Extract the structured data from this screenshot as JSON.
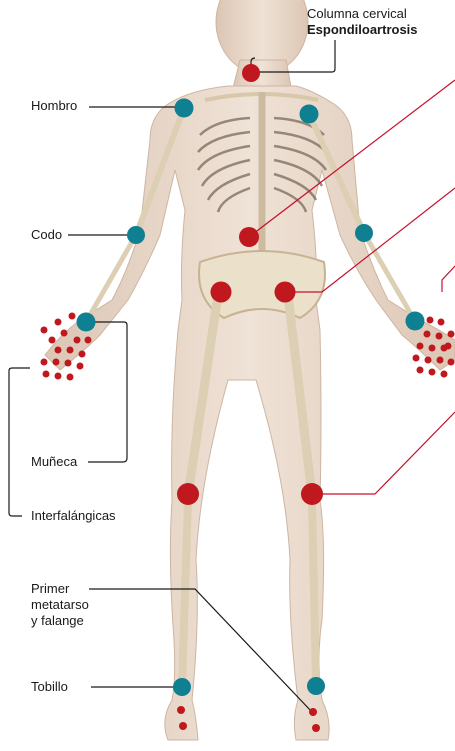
{
  "labels": {
    "cervical_title": "Columna cervical",
    "cervical_condition": "Espondiloartrosis",
    "hombro": "Hombro",
    "codo": "Codo",
    "muneca": "Muñeca",
    "interfalangicas": "Interfalángicas",
    "metatarso_line1": "Primer",
    "metatarso_line2": "metatarso",
    "metatarso_line3": "y falange",
    "tobillo": "Tobillo"
  },
  "colors": {
    "red_joint": "#c0181f",
    "teal_joint": "#0f7f92",
    "leader_black": "#1a1a1a",
    "leader_red": "#c8102e",
    "skin": "#e9d6c6",
    "bone": "#ece0c8"
  }
}
